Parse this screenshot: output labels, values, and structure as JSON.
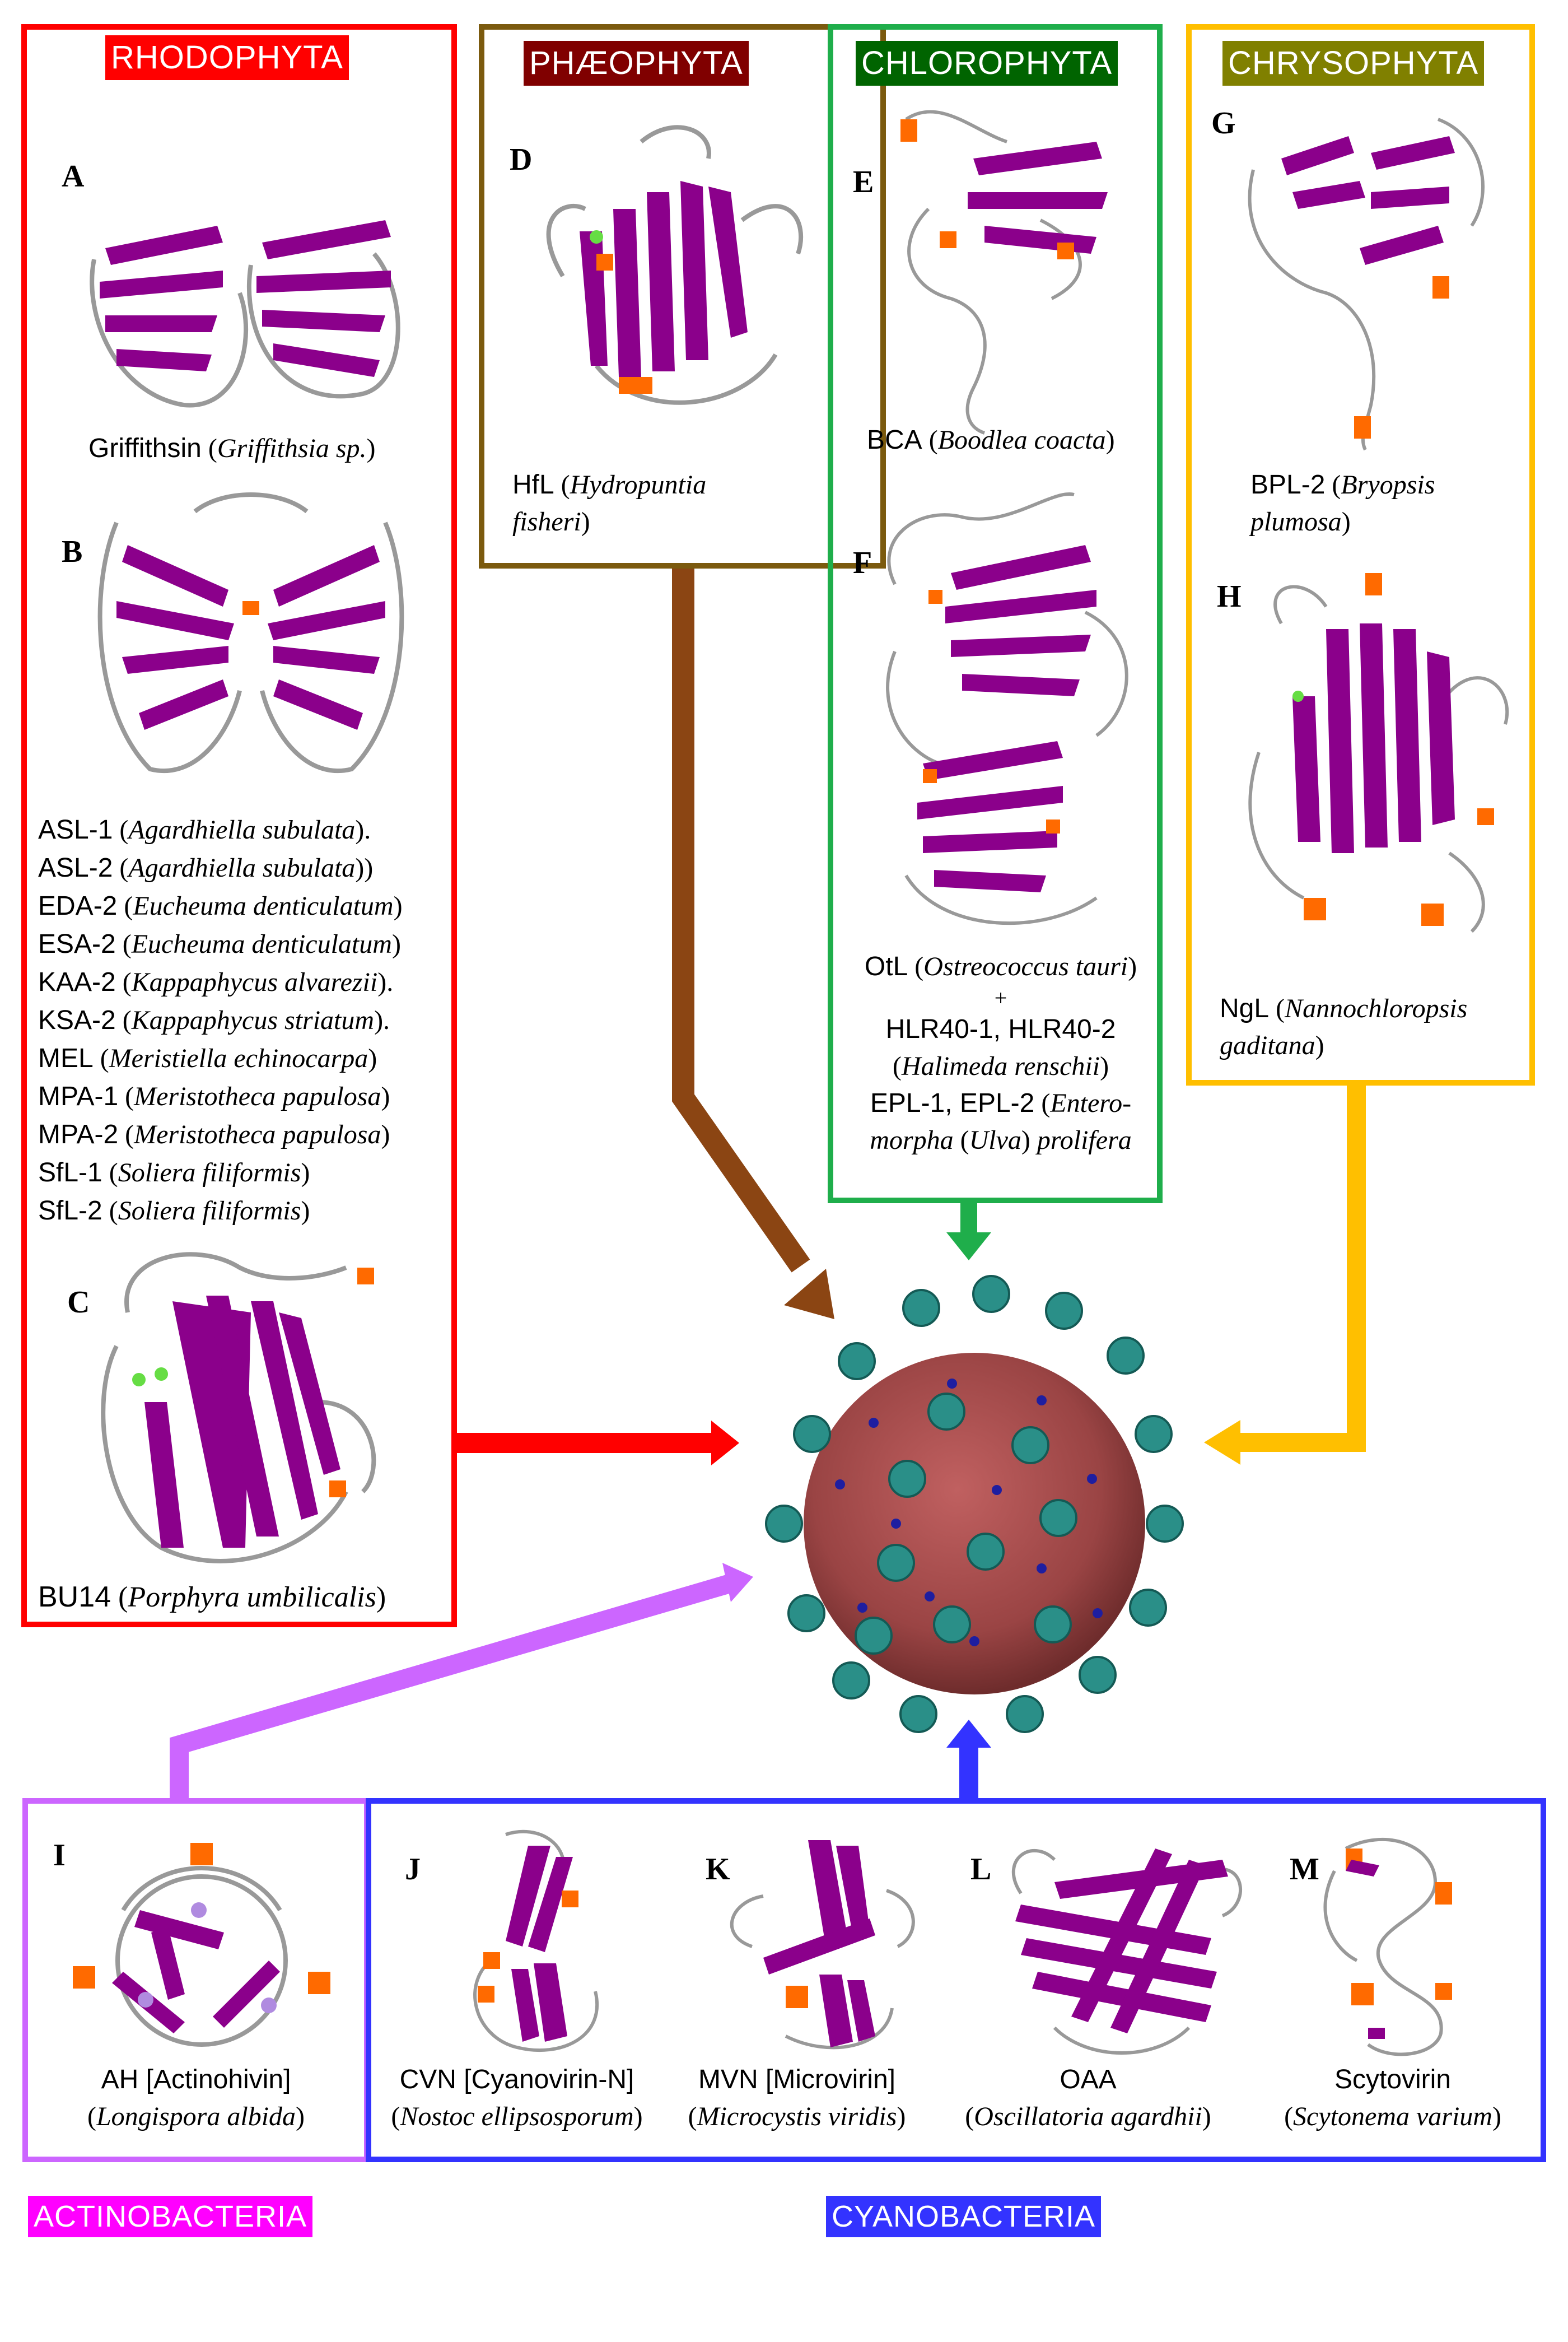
{
  "colors": {
    "rhodophyta": "#ff0000",
    "phaeophyta": "#7b5a0e",
    "phaeophyta_label_bg": "#800000",
    "chlorophyta": "#1fae4b",
    "chlorophyta_label_bg": "#006400",
    "chrysophyta": "#ffbf00",
    "chrysophyta_label_bg": "#808000",
    "actinobacteria": "#cc66ff",
    "actinobacteria_label_bg": "#ff00ff",
    "cyanobacteria": "#3333ff",
    "arrow_phaeophyta": "#8b4513",
    "beta_strand": "#8b008b",
    "helix": "#ff6a00",
    "coil": "#999999",
    "virus_body": "#a04a4a",
    "spike": "#2a8f88"
  },
  "groups": {
    "rhodophyta": {
      "label": "RHODOPHYTA",
      "A": {
        "letter": "A",
        "name": "Griffithsin",
        "species": "Griffithsia sp."
      },
      "B": {
        "letter": "B",
        "entries": [
          {
            "name": "ASL-1",
            "species": "Agardhiella subulata",
            "suffix": ")."
          },
          {
            "name": "ASL-2",
            "species": "Agardhiella subulata",
            "suffix": "))"
          },
          {
            "name": "EDA-2",
            "species": "Eucheuma denticulatum",
            "suffix": ")"
          },
          {
            "name": "ESA-2",
            "species": "Eucheuma denticulatum",
            "suffix": ")"
          },
          {
            "name": "KAA-2",
            "species": "Kappaphycus alvarezii",
            "suffix": ")."
          },
          {
            "name": "KSA-2",
            "species": "Kappaphycus striatum",
            "suffix": ")."
          },
          {
            "name": "MEL",
            "species": "Meristiella echinocarpa",
            "suffix": ")"
          },
          {
            "name": "MPA-1",
            "species": "Meristotheca papulosa",
            "suffix": ")"
          },
          {
            "name": "MPA-2",
            "species": "Meristotheca papulosa",
            "suffix": ")"
          },
          {
            "name": "SfL-1",
            "species": "Soliera filiformis",
            "suffix": ")"
          },
          {
            "name": "SfL-2",
            "species": "Soliera filiformis",
            "suffix": ")"
          }
        ]
      },
      "C": {
        "letter": "C",
        "name": "BU14",
        "species": "Porphyra umbilicalis"
      }
    },
    "phaeophyta": {
      "label": "PHÆOPHYTA",
      "D": {
        "letter": "D",
        "name": "HfL",
        "species_line1": "Hydropuntia",
        "species_line2": "fisheri"
      }
    },
    "chlorophyta": {
      "label": "CHLOROPHYTA",
      "E": {
        "letter": "E",
        "name": "BCA",
        "species": "Boodlea coacta"
      },
      "F": {
        "letter": "F",
        "line1_name": "OtL",
        "line1_species": "Ostreococcus tauri",
        "plus": "+",
        "line2_names": "HLR40-1, HLR40-2",
        "line3_species": "Halimeda renschii",
        "line4_names": "EPL-1, EPL-2",
        "line4_species": "Entero-",
        "line5_species_a": "morpha",
        "line5_species_b": "Ulva",
        "line5_species_c": "prolifera"
      }
    },
    "chrysophyta": {
      "label": "CHRYSOPHYTA",
      "G": {
        "letter": "G",
        "name": "BPL-2",
        "species_line1": "Bryopsis",
        "species_line2": "plumosa"
      },
      "H": {
        "letter": "H",
        "name": "NgL",
        "species_line1": "Nannochloropsis",
        "species_line2": "gaditana"
      }
    },
    "actinobacteria": {
      "label": "ACTINOBACTERIA",
      "I": {
        "letter": "I",
        "name": "AH [Actinohivin]",
        "species": "Longispora albida"
      }
    },
    "cyanobacteria": {
      "label": "CYANOBACTERIA",
      "J": {
        "letter": "J",
        "name": "CVN [Cyanovirin-N]",
        "species": "Nostoc ellipsosporum"
      },
      "K": {
        "letter": "K",
        "name": "MVN [Microvirin]",
        "species": "Microcystis viridis"
      },
      "L": {
        "letter": "L",
        "name": "OAA",
        "species": "Oscillatoria agardhii"
      },
      "M": {
        "letter": "M",
        "name": "Scytovirin",
        "species": "Scytonema varium"
      }
    }
  }
}
